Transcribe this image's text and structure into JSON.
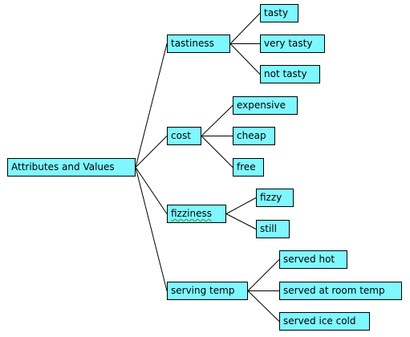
{
  "diagram": {
    "root": {
      "label": "Attributes and Values"
    },
    "attributes": [
      {
        "label": "tastiness",
        "values": [
          "tasty",
          "very tasty",
          "not tasty"
        ]
      },
      {
        "label": "cost",
        "values": [
          "expensive",
          "cheap",
          "free"
        ]
      },
      {
        "label": "fizziness",
        "values": [
          "fizzy",
          "still"
        ]
      },
      {
        "label": "serving temp",
        "values": [
          "served hot",
          "served at room temp",
          "served ice cold"
        ]
      }
    ],
    "colors": {
      "node_fill": "#7ff7ff",
      "node_border": "#000000",
      "line": "#000000",
      "background": "#ffffff"
    }
  }
}
